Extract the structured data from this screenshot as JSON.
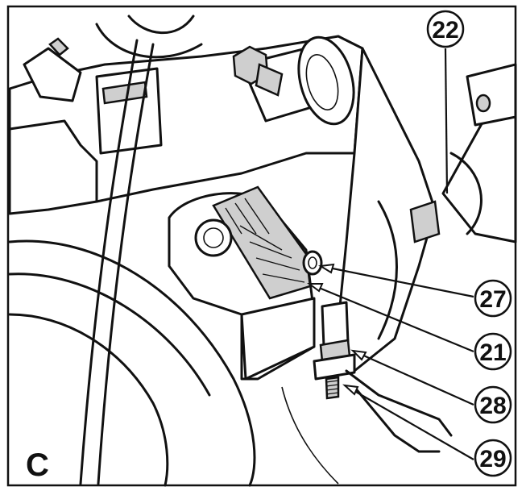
{
  "figure": {
    "panel_label": "C",
    "callouts": [
      {
        "label": "22"
      },
      {
        "label": "27"
      },
      {
        "label": "21"
      },
      {
        "label": "28"
      },
      {
        "label": "29"
      }
    ]
  }
}
